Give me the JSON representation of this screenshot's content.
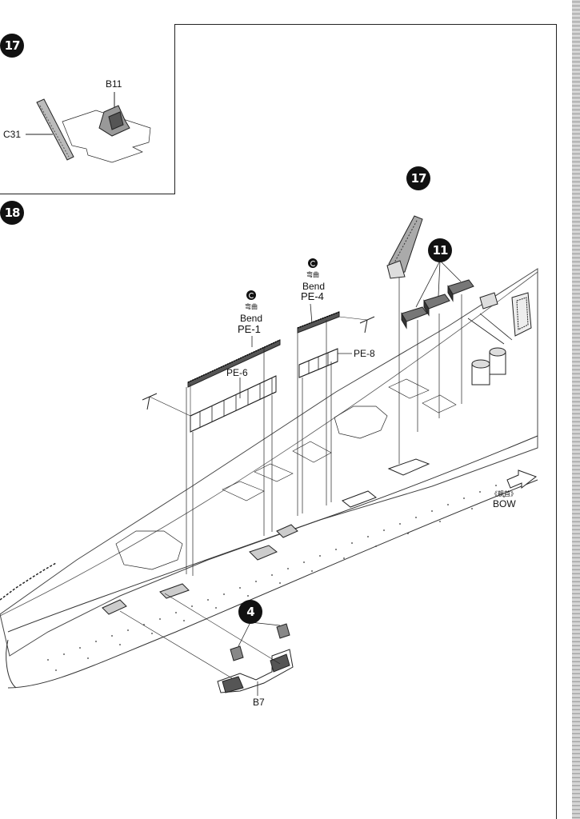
{
  "steps": {
    "inset_step": "17",
    "main_step": "18",
    "ref_step_catapult": "17",
    "ref_step_boats": "11",
    "ref_step_ladder": "4"
  },
  "parts": {
    "b11": "B11",
    "c31": "C31",
    "pe1": "PE-1",
    "pe4": "PE-4",
    "pe6": "PE-6",
    "pe8": "PE-8",
    "b7": "B7"
  },
  "bend": {
    "cn": "弯曲",
    "en": "Bend"
  },
  "bow": {
    "cn": "《舰首》",
    "en": "BOW"
  }
}
